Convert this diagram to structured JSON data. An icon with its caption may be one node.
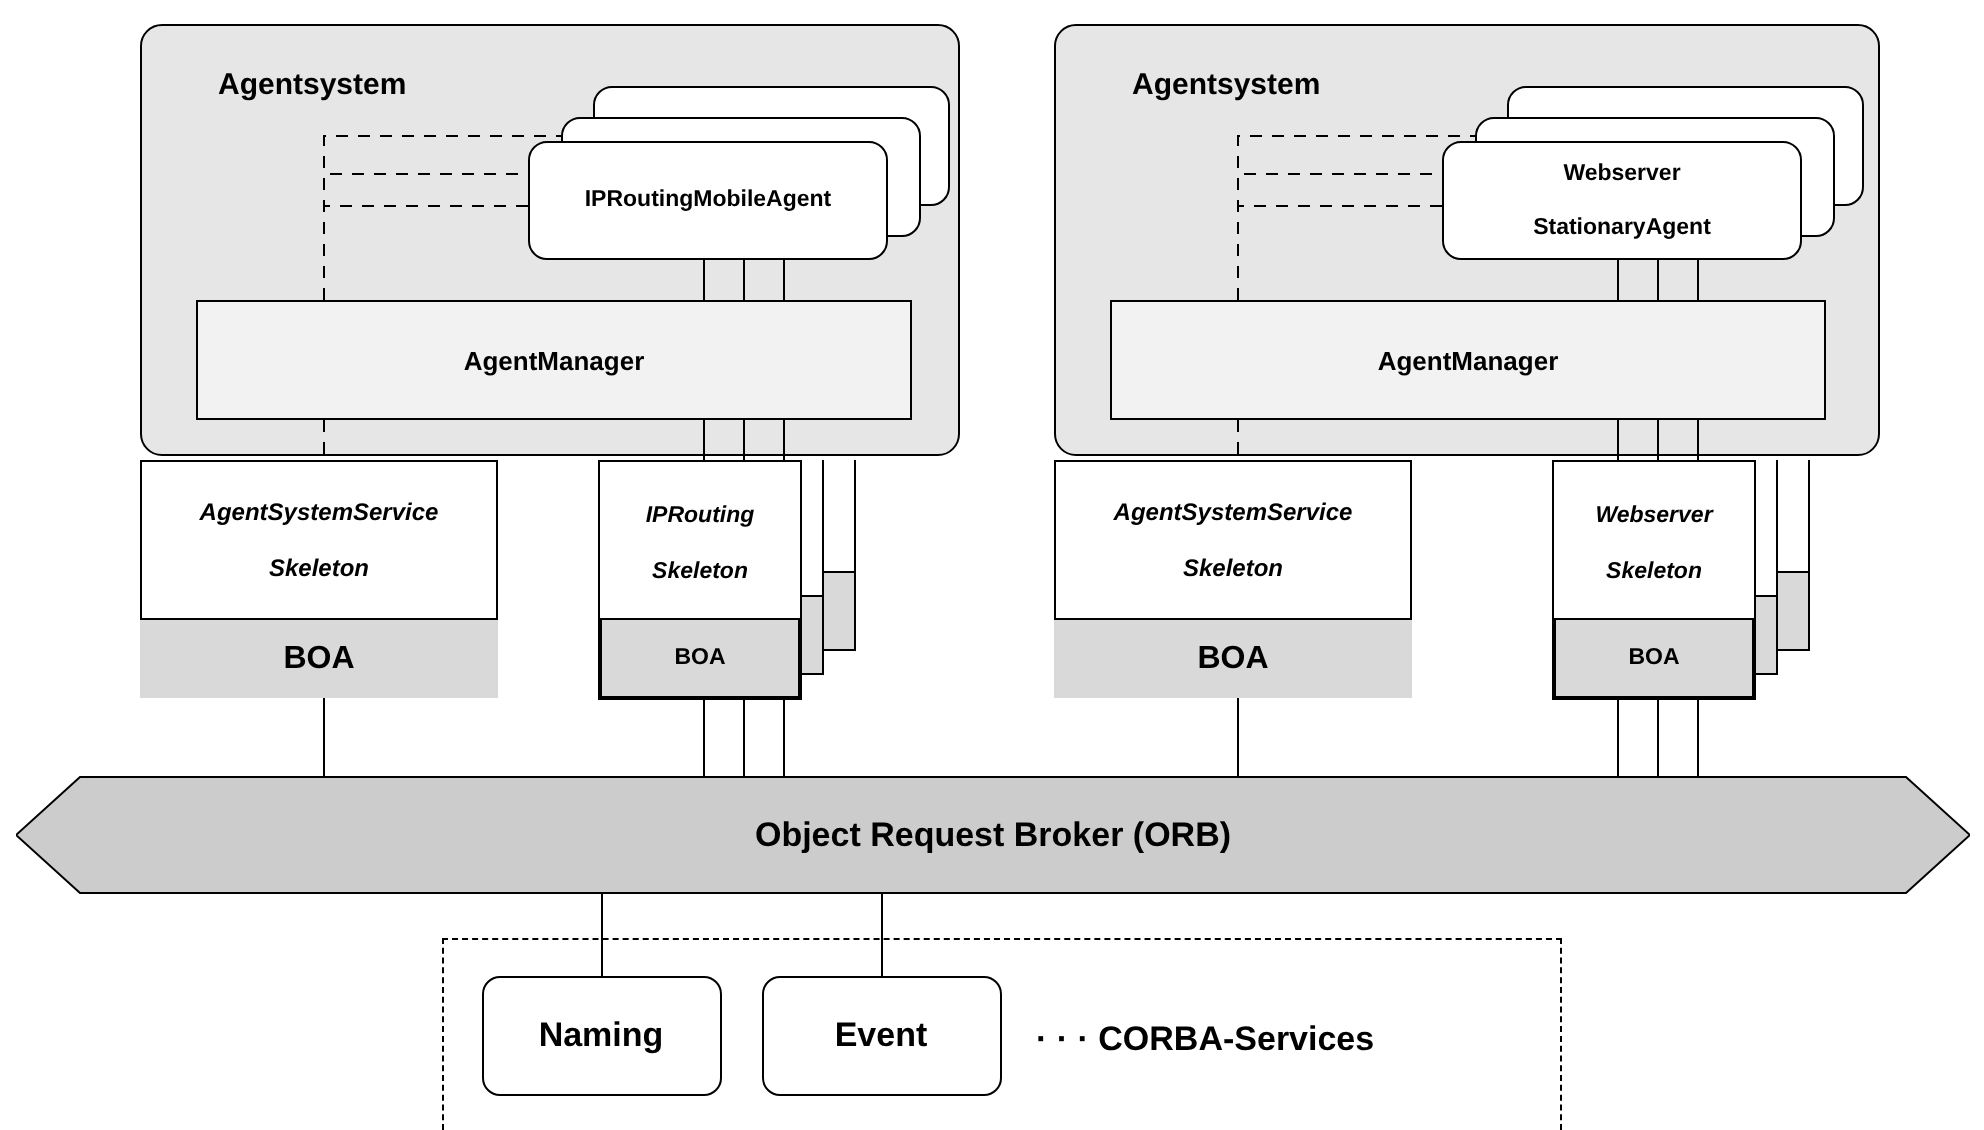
{
  "diagram": {
    "nodes": [
      {
        "text": [
          "Agentsystem"
        ]
      },
      {
        "text": [
          "IPRoutingMobileAgent"
        ],
        "in": 0
      },
      {
        "text": [
          "AgentManager"
        ],
        "in": 0
      },
      {
        "text": [
          "Agentsystem"
        ]
      },
      {
        "text": [
          "Webserver",
          "StationaryAgent"
        ],
        "in": 3
      },
      {
        "text": [
          "AgentManager"
        ],
        "in": 3
      },
      {
        "text": [
          "AgentSystemService",
          "Skeleton"
        ]
      },
      {
        "text": [
          "BOA"
        ],
        "in": 6
      },
      {
        "text": [
          "IPRouting",
          "Skeleton"
        ]
      },
      {
        "text": [
          "BOA"
        ],
        "in": 8
      },
      {
        "text": [
          "AgentSystemService",
          "Skeleton"
        ]
      },
      {
        "text": [
          "BOA"
        ],
        "in": 10
      },
      {
        "text": [
          "Webserver",
          "Skeleton"
        ]
      },
      {
        "text": [
          "BOA"
        ],
        "in": 12
      },
      {
        "text": [
          "Object Request Broker (ORB)"
        ]
      },
      {
        "text": [
          "· · · CORBA-Services"
        ]
      },
      {
        "text": [
          "Naming"
        ],
        "in": 15
      },
      {
        "text": [
          "Event"
        ],
        "in": 15
      }
    ],
    "edges": [
      {
        "from": 1,
        "to": 2,
        "arrow": "none"
      },
      {
        "from": 1,
        "to": 2,
        "arrow": "none"
      },
      {
        "from": 1,
        "to": 2,
        "arrow": "none"
      },
      {
        "from": 2,
        "to": 1,
        "arrow": "none",
        "style": "dashed"
      },
      {
        "from": 2,
        "to": 1,
        "arrow": "none",
        "style": "dashed"
      },
      {
        "from": 2,
        "to": 1,
        "arrow": "none",
        "style": "dashed"
      },
      {
        "from": 2,
        "to": 6,
        "arrow": "none",
        "style": "dashed"
      },
      {
        "from": 2,
        "to": 8,
        "arrow": "none"
      },
      {
        "from": 2,
        "to": 8,
        "arrow": "none"
      },
      {
        "from": 2,
        "to": 8,
        "arrow": "none"
      },
      {
        "from": 7,
        "to": 14,
        "arrow": "none"
      },
      {
        "from": 9,
        "to": 14,
        "arrow": "none"
      },
      {
        "from": 9,
        "to": 14,
        "arrow": "none"
      },
      {
        "from": 9,
        "to": 14,
        "arrow": "none"
      },
      {
        "from": 4,
        "to": 5,
        "arrow": "none"
      },
      {
        "from": 4,
        "to": 5,
        "arrow": "none"
      },
      {
        "from": 4,
        "to": 5,
        "arrow": "none"
      },
      {
        "from": 5,
        "to": 4,
        "arrow": "none",
        "style": "dashed"
      },
      {
        "from": 5,
        "to": 4,
        "arrow": "none",
        "style": "dashed"
      },
      {
        "from": 5,
        "to": 4,
        "arrow": "none",
        "style": "dashed"
      },
      {
        "from": 5,
        "to": 10,
        "arrow": "none",
        "style": "dashed"
      },
      {
        "from": 5,
        "to": 12,
        "arrow": "none"
      },
      {
        "from": 5,
        "to": 12,
        "arrow": "none"
      },
      {
        "from": 5,
        "to": 12,
        "arrow": "none"
      },
      {
        "from": 11,
        "to": 14,
        "arrow": "none"
      },
      {
        "from": 13,
        "to": 14,
        "arrow": "none"
      },
      {
        "from": 13,
        "to": 14,
        "arrow": "none"
      },
      {
        "from": 13,
        "to": 14,
        "arrow": "none"
      },
      {
        "from": 14,
        "to": 16,
        "arrow": "none"
      },
      {
        "from": 14,
        "to": 17,
        "arrow": "none"
      }
    ]
  }
}
